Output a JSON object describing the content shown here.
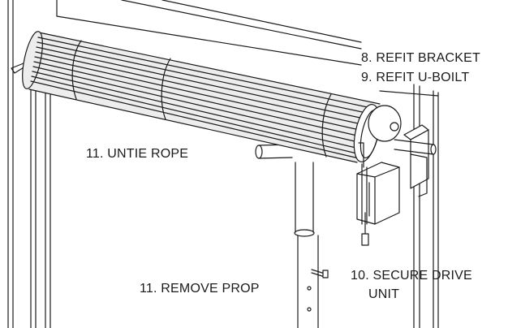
{
  "labels": {
    "refit_bracket": "8. REFIT BRACKET",
    "refit_ubolt": "9. REFIT U-BOILT",
    "untie_rope": "11. UNTIE ROPE",
    "secure_drive_unit_line1": "10. SECURE DRIVE",
    "secure_drive_unit_line2": "UNIT",
    "remove_prop": "11. REMOVE PROP"
  },
  "colors": {
    "ink": "#1a1a1a",
    "roller_fill": "#ededed",
    "background": "#ffffff"
  }
}
